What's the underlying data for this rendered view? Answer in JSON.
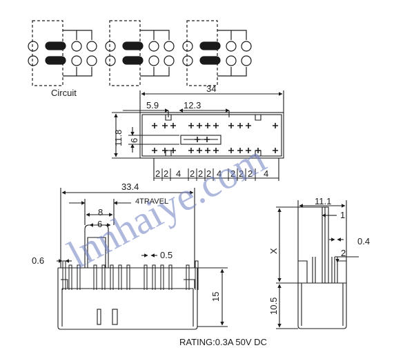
{
  "circuit": {
    "label": "Circuit"
  },
  "top_view": {
    "dims": {
      "overall": "34",
      "left": "5.9",
      "pitch_group": "12.3",
      "height": "11.8",
      "inner": "6"
    },
    "bottom_pitches": [
      "2",
      "2",
      "4",
      "2",
      "2",
      "2",
      "4",
      "2",
      "2",
      "2",
      "4"
    ]
  },
  "front_view": {
    "dims": {
      "width": "33.4",
      "slot": "8",
      "inner": "6",
      "travel": "4TRAVEL",
      "pin_left": "0.6",
      "pin_pitch": "0.5",
      "height": "15"
    }
  },
  "side_view": {
    "dims": {
      "width": "11.1",
      "shaft": "1",
      "x": "X",
      "pin": "0.4",
      "pin_pitch": "2",
      "height": "10.5"
    }
  },
  "rating": "RATING:0.3A 50V DC",
  "watermark": "lnnhaiye.com",
  "colors": {
    "line": "#1a1a1a",
    "watermark": "#6d7ec0"
  }
}
